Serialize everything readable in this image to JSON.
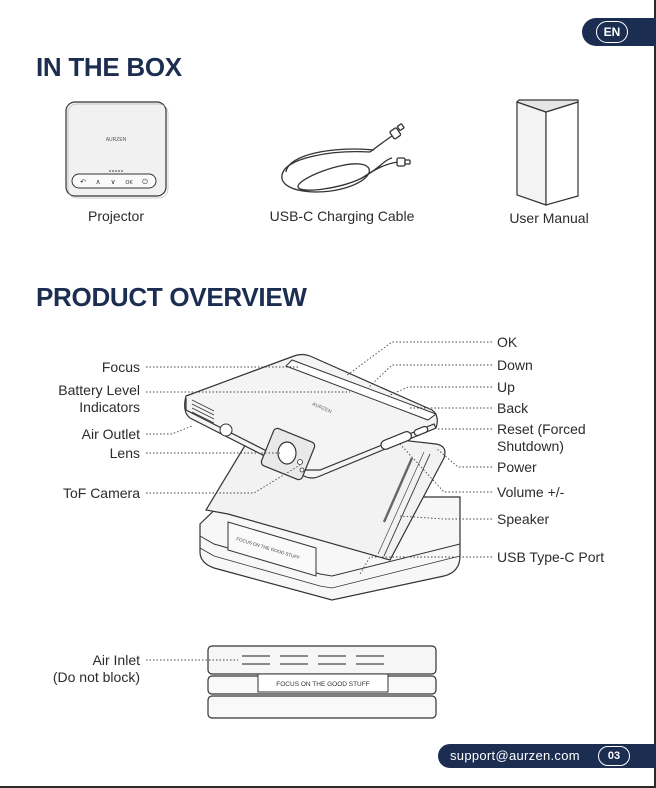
{
  "lang_badge": "EN",
  "sections": {
    "in_the_box": "IN THE BOX",
    "product_overview": "PRODUCT OVERVIEW"
  },
  "box_items": [
    "Projector",
    "USB-C Charging Cable",
    "User Manual"
  ],
  "device_text": {
    "brand": "AURZEN",
    "button_glyphs": [
      "↶",
      "∧",
      "∨",
      "OK",
      "⏻"
    ],
    "slogan": "FOCUS ON THE GOOD STUFF"
  },
  "callouts_left": [
    "Focus",
    "Battery Level\nIndicators",
    "Air Outlet",
    "Lens",
    "ToF Camera"
  ],
  "callouts_right": [
    "OK",
    "Down",
    "Up",
    "Back",
    "Reset (Forced\nShutdown)",
    "Power",
    "Volume +/-",
    "Speaker",
    "USB Type-C Port"
  ],
  "bottom_callout": "Air Inlet\n(Do not block)",
  "footer": {
    "email": "support@aurzen.com",
    "page": "03"
  },
  "colors": {
    "navy": "#1c2d52",
    "text": "#2b2b2b",
    "line": "#555555"
  }
}
